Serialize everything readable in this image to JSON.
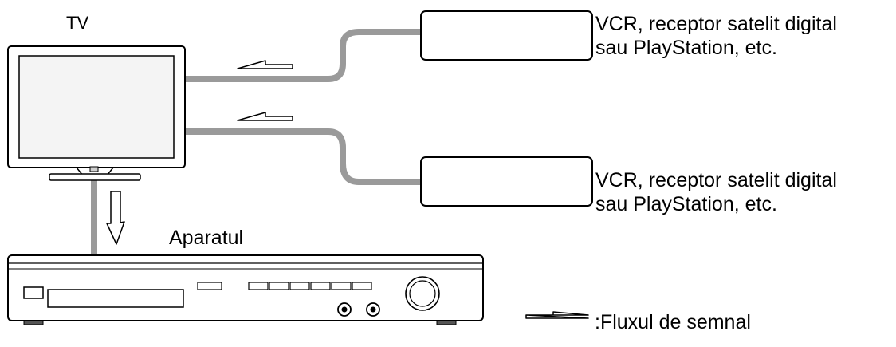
{
  "tv": {
    "label": "TV"
  },
  "devices": [
    {
      "line1": "VCR, receptor satelit digital",
      "line2": "sau PlayStation, etc."
    },
    {
      "line1": "VCR, receptor satelit digital",
      "line2": "sau PlayStation, etc."
    }
  ],
  "unit": {
    "label": "Aparatul"
  },
  "legend": {
    "label": ":Fluxul de semnal"
  },
  "colors": {
    "cable": "#9a9a9a",
    "stroke": "#000000",
    "screen": "#f4f4f4"
  }
}
